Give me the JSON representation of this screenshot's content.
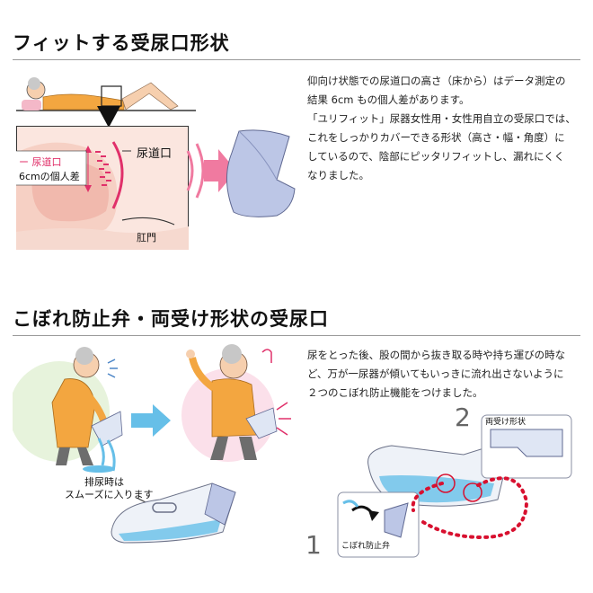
{
  "section1": {
    "title": "フィットする受尿口形状",
    "paragraph_lines": [
      "仰向け状態での尿道口の高さ（床から）はデータ測定の",
      "結果 6cm もの個人差があります。",
      "「ユリフィット」尿器女性用・女性用自立の受尿口では、",
      "これをしっかりカバーできる形状（高さ・幅・角度）に",
      "しているので、陰部にピッタリフィットし、漏れにくく",
      "なりました。"
    ],
    "legend_line1": "ー 尿道口",
    "legend_line2": "6cmの個人差",
    "label_urethra": "尿道口",
    "label_anus": "肛門"
  },
  "section2": {
    "title": "こぼれ防止弁・両受け形状の受尿口",
    "paragraph_lines": [
      "尿をとった後、股の間から抜き取る時や持ち運びの時な",
      "ど、万が一尿器が傾いてもいっきに流れ出さないように",
      "２つのこぼれ防止機能をつけました。"
    ],
    "caption_line1": "排尿時は",
    "caption_line2": "スムーズに入ります",
    "number_1": "1",
    "number_2": "2",
    "label_valve": "こぼれ防止弁",
    "label_double": "両受け形状"
  },
  "colors": {
    "accent_pink": "#e0306a",
    "arrow_pink": "#f07aa0",
    "arrow_blue": "#66bfe8",
    "dotted_red": "#d8102f",
    "figure_orange": "#f3a640",
    "skin": "#f6cfae",
    "rule_gray": "#9a9a9a"
  }
}
